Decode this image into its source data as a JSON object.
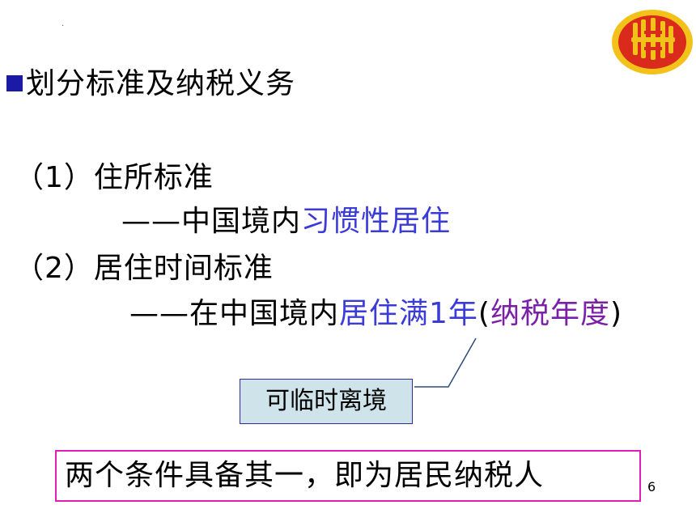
{
  "heading": "划分标准及纳税义务",
  "item1": {
    "label": "（1）住所标准",
    "dash": "——中国境内",
    "highlight": "习惯性居住"
  },
  "item2": {
    "label": "（2）居住时间标准",
    "dash": "——在中国境内",
    "highlight": "居住满1年",
    "paren_open": "(",
    "note": "纳税年度",
    "paren_close": ")"
  },
  "callout": "可临时离境",
  "summary": "两个条件具备其一，即为居民纳税人",
  "page_number": "6",
  "small_dot": ".",
  "colors": {
    "bullet": "#1a1aa6",
    "highlight_blue": "#3b3bd8",
    "highlight_purple": "#7a1fa8",
    "callout_fill": "#cfe3ea",
    "summary_border": "#e01fb8",
    "logo_red": "#d92a1c",
    "logo_gold": "#f2c21a"
  },
  "logo_icon": "tax-emblem-icon"
}
